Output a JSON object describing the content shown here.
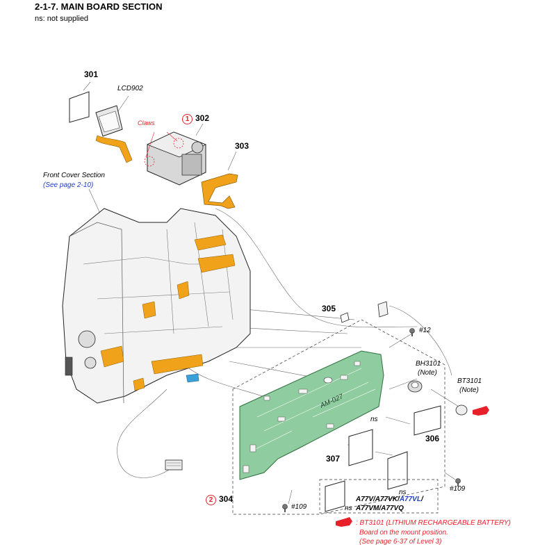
{
  "header": {
    "title": "2-1-7. MAIN BOARD SECTION",
    "note": "ns: not supplied"
  },
  "parts": {
    "p301": "301",
    "p302": "302",
    "p303": "303",
    "p304": "304",
    "p305": "305",
    "p306": "306",
    "p307": "307",
    "lcd": "LCD902",
    "claws": "Claws",
    "circle1": "1",
    "circle2": "2"
  },
  "front_cover": {
    "label": "Front Cover Section",
    "link": "(See page 2-10)"
  },
  "screws": {
    "s12": "#12",
    "s109a": "#109",
    "s109b": "#109"
  },
  "board": {
    "name": "AM-027",
    "ns1": "ns",
    "ns2": "ns",
    "ns3": "ns"
  },
  "holder": {
    "name": "BH3101",
    "note": "(Note)"
  },
  "battery": {
    "name": "BT3101",
    "note": "(Note)"
  },
  "models": {
    "line1_a": "A77V/A77VK/",
    "line1_b": "A77VL",
    "line1_c": "/",
    "line2": "A77VM/A77VQ"
  },
  "footnote": {
    "line1": ": BT3101 (LITHIUM RECHARGEABLE BATTERY)",
    "line2": "Board on the mount position.",
    "line3": "(See page 6-37 of Level 3)"
  },
  "colors": {
    "flex": "#f0a31a",
    "board": "#8fcca0",
    "accent_red": "#e8202a",
    "accent_blue": "#1e3cc8"
  }
}
